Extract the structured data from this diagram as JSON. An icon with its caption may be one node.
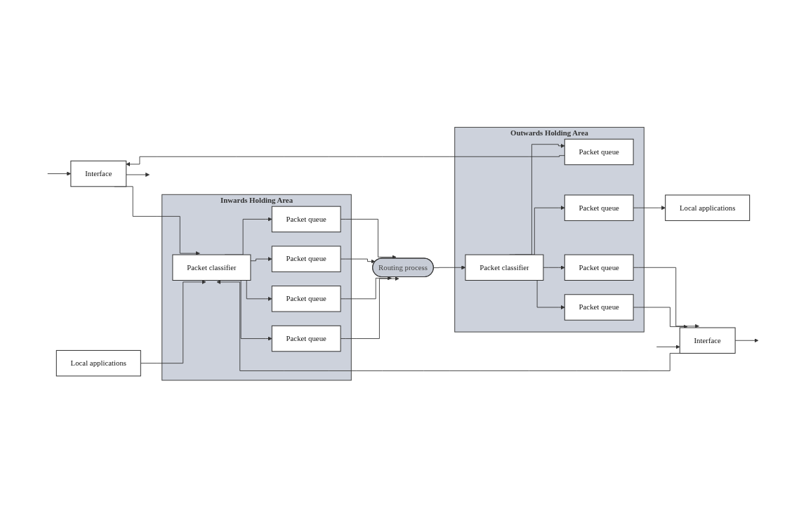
{
  "diagram": {
    "nodes": [
      {
        "text": [
          "Interface"
        ]
      },
      {
        "text": [
          "Local applications"
        ]
      },
      {
        "text": [
          "Inwards Holding Area"
        ]
      },
      {
        "text": [
          "Packet classifier"
        ],
        "in": 2
      },
      {
        "text": [
          "Packet queue"
        ],
        "in": 2
      },
      {
        "text": [
          "Packet queue"
        ],
        "in": 2
      },
      {
        "text": [
          "Packet queue"
        ],
        "in": 2
      },
      {
        "text": [
          "Packet queue"
        ],
        "in": 2
      },
      {
        "text": [
          "Routing process"
        ]
      },
      {
        "text": [
          "Outwards Holding Area"
        ]
      },
      {
        "text": [
          "Packet classifier"
        ],
        "in": 9
      },
      {
        "text": [
          "Packet queue"
        ],
        "in": 9
      },
      {
        "text": [
          "Packet queue"
        ],
        "in": 9
      },
      {
        "text": [
          "Packet queue"
        ],
        "in": 9
      },
      {
        "text": [
          "Packet queue"
        ],
        "in": 9
      },
      {
        "text": [
          "Local applications"
        ]
      },
      {
        "text": [
          "Interface"
        ]
      }
    ],
    "edges": [
      {
        "from": 0,
        "to": null,
        "arrow": "to"
      },
      {
        "from": null,
        "to": 0,
        "arrow": "to"
      },
      {
        "from": 0,
        "to": 3,
        "arrow": "to"
      },
      {
        "from": 1,
        "to": 3,
        "arrow": "to"
      },
      {
        "from": 16,
        "to": 3,
        "arrow": "to"
      },
      {
        "from": 3,
        "to": 4,
        "arrow": "to"
      },
      {
        "from": 3,
        "to": 5,
        "arrow": "to"
      },
      {
        "from": 3,
        "to": 6,
        "arrow": "to"
      },
      {
        "from": 3,
        "to": 7,
        "arrow": "to"
      },
      {
        "from": 4,
        "to": 8,
        "arrow": "to"
      },
      {
        "from": 5,
        "to": 8,
        "arrow": "to"
      },
      {
        "from": 6,
        "to": 8,
        "arrow": "to"
      },
      {
        "from": 7,
        "to": 8,
        "arrow": "to"
      },
      {
        "from": 8,
        "to": 10,
        "arrow": "to"
      },
      {
        "from": 10,
        "to": 11,
        "arrow": "to"
      },
      {
        "from": 10,
        "to": 12,
        "arrow": "to"
      },
      {
        "from": 10,
        "to": 13,
        "arrow": "to"
      },
      {
        "from": 10,
        "to": 14,
        "arrow": "to"
      },
      {
        "from": 11,
        "to": 0,
        "arrow": "to"
      },
      {
        "from": 12,
        "to": 15,
        "arrow": "to"
      },
      {
        "from": 13,
        "to": 16,
        "arrow": "to"
      },
      {
        "from": 14,
        "to": 16,
        "arrow": "to"
      },
      {
        "from": null,
        "to": 16,
        "arrow": "to"
      },
      {
        "from": 16,
        "to": null,
        "arrow": "to"
      }
    ]
  }
}
